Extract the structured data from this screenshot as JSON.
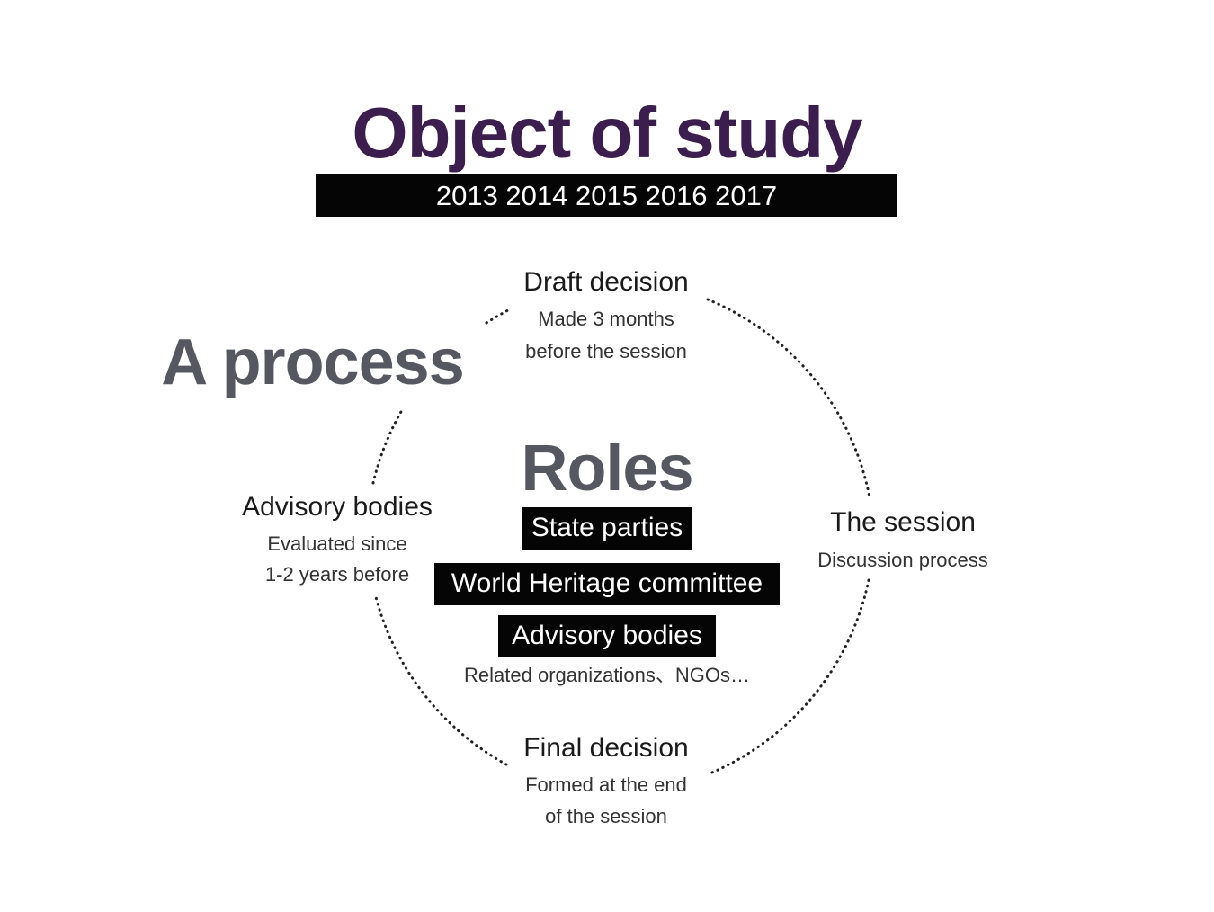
{
  "title": "Object of study",
  "years": "2013 2014 2015 2016 2017",
  "process_label": "A process",
  "roles_label": "Roles",
  "stages": {
    "draft": {
      "heading": "Draft decision",
      "line1": "Made 3 months",
      "line2": "before the session"
    },
    "session": {
      "heading": "The session",
      "line1": "Discussion process"
    },
    "final": {
      "heading": "Final decision",
      "line1": "Formed at the end",
      "line2": "of the session"
    },
    "advisory": {
      "heading": "Advisory bodies",
      "line1": "Evaluated since",
      "line2": "1-2 years before"
    }
  },
  "roles": [
    "State parties",
    "World Heritage committee",
    "Advisory bodies"
  ],
  "roles_note": "Related organizations、NGOs…",
  "colors": {
    "title": "#3b1e4d",
    "heading_gray": "#555860",
    "box": "#050505",
    "box_text": "#ffffff",
    "dots": "#222222"
  }
}
